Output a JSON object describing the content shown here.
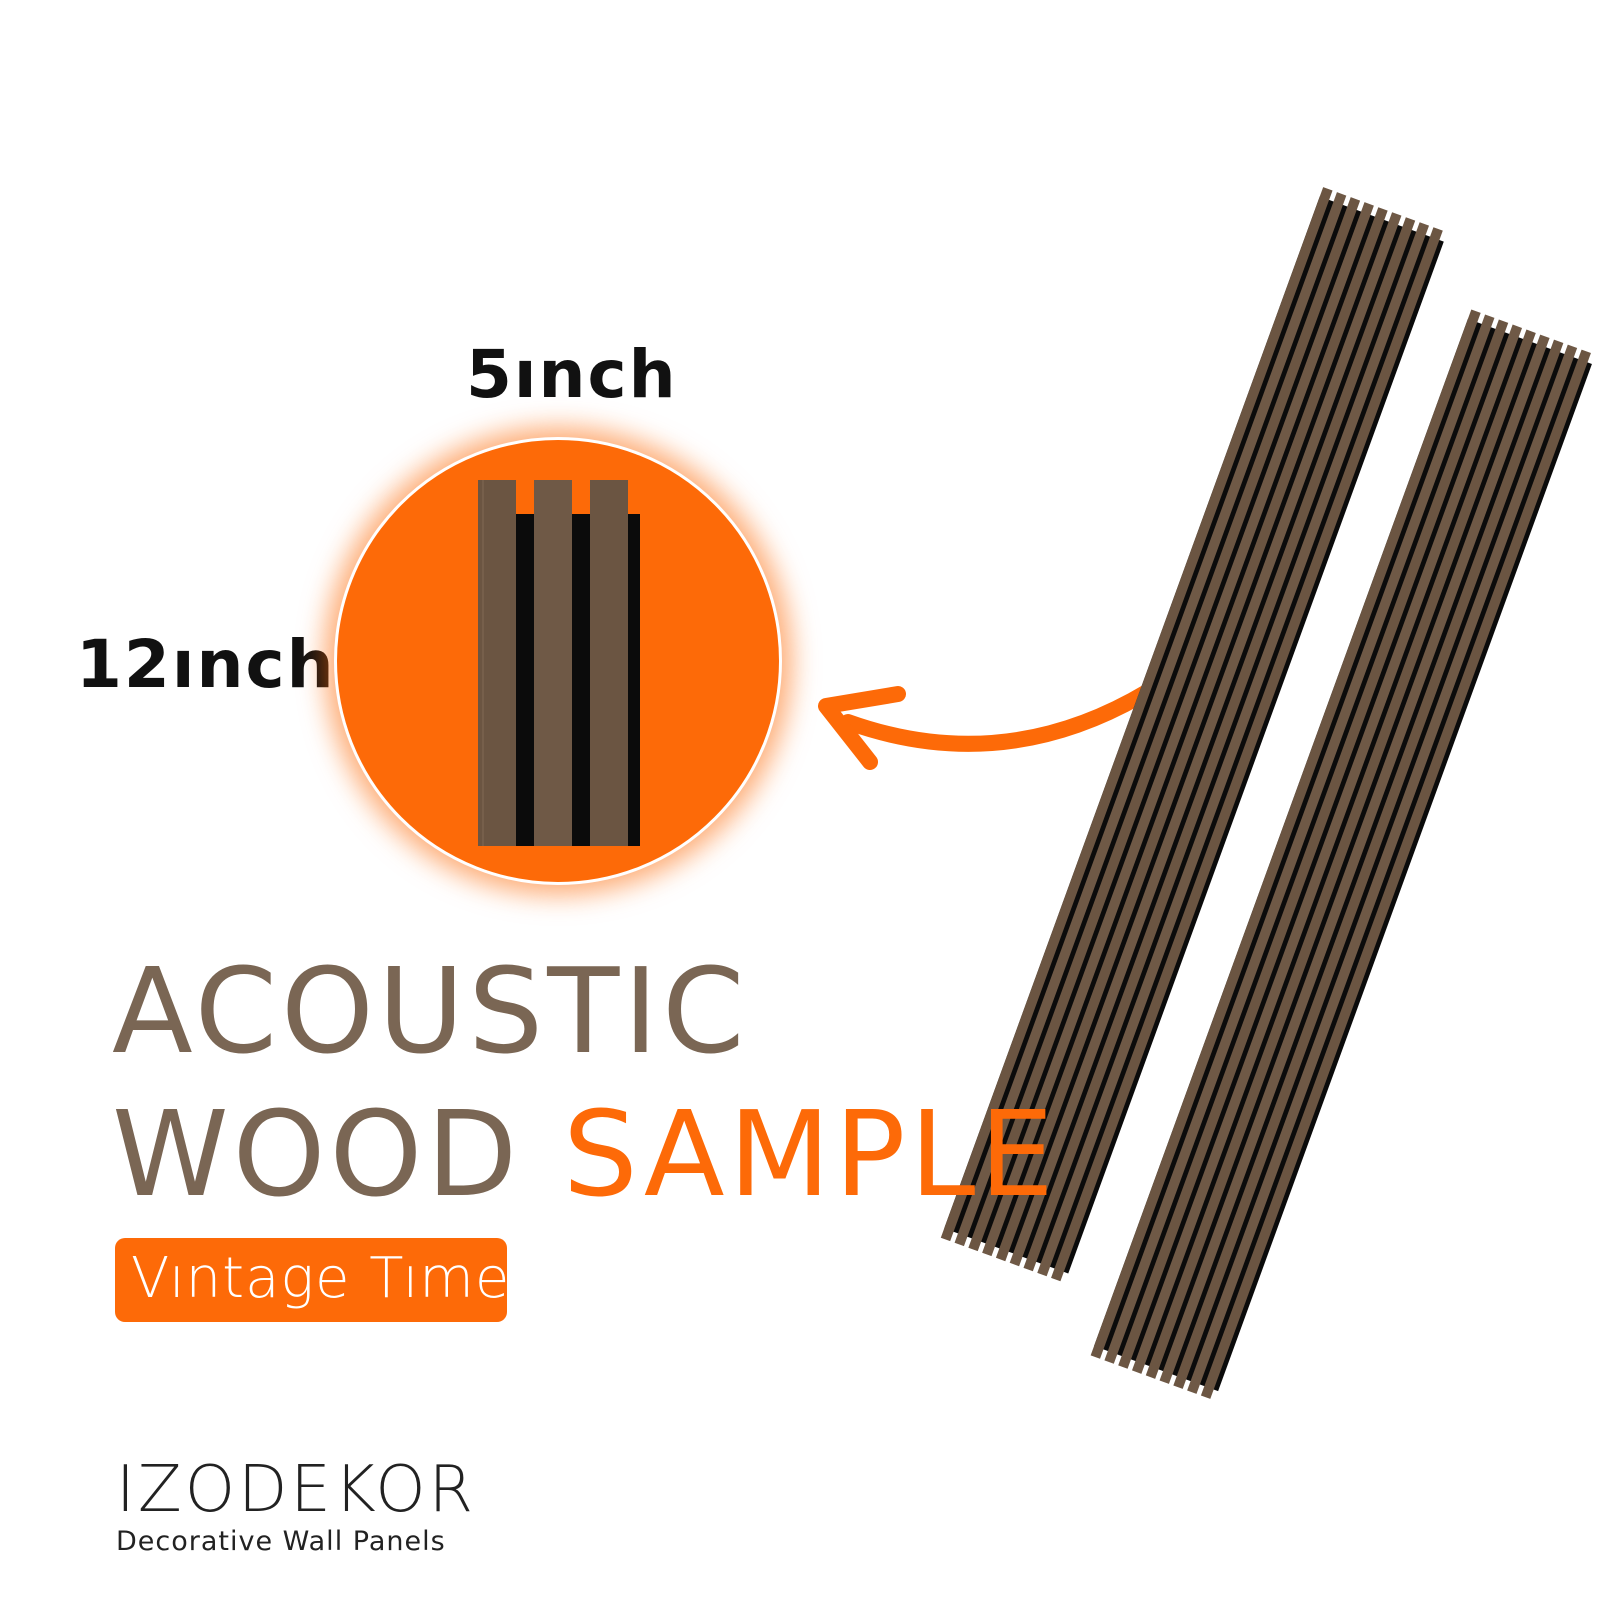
{
  "sample": {
    "width_label": "5ınch",
    "height_label": "12ınch"
  },
  "headline": {
    "line1": "ACOUSTIC",
    "line2_main": "WOOD",
    "line2_accent": "SAMPLE"
  },
  "variant": {
    "name": "Vıntage Tıme"
  },
  "brand": {
    "name": "IZODEKOR",
    "tagline": "Decorative Wall Panels"
  },
  "colors": {
    "accent": "#fd6a08",
    "headline_brown": "#7a6654",
    "wood_slat": "#6b5542",
    "gap_black": "#0b0b0b",
    "text_dark": "#111111"
  },
  "icons": {
    "arrow": "curved-arrow-icon",
    "sample_closeup": "wood-slat-sample",
    "panels": "acoustic-panel-pair"
  }
}
